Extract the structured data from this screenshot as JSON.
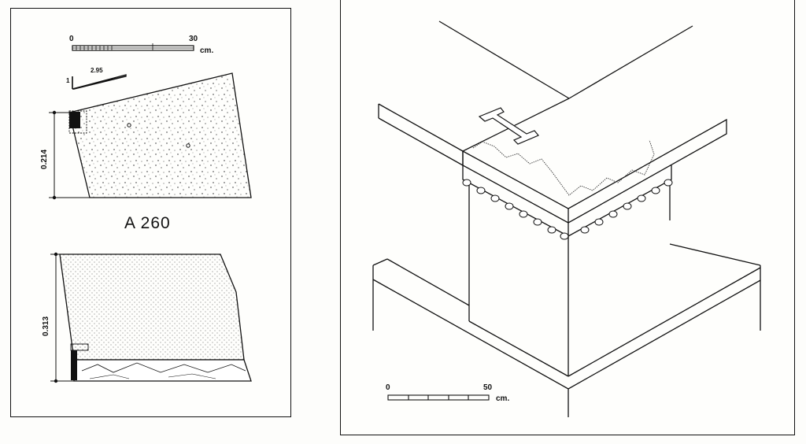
{
  "left_plate": {
    "scale": {
      "start": "0",
      "end": "30",
      "unit": "cm."
    },
    "slope_label": "2.95",
    "slope_base_label": "1",
    "profile_height": "0.214",
    "section_height": "0.313",
    "catalog_id": "A 260"
  },
  "right_plate": {
    "scale": {
      "start": "0",
      "end": "50",
      "unit": "cm."
    }
  }
}
